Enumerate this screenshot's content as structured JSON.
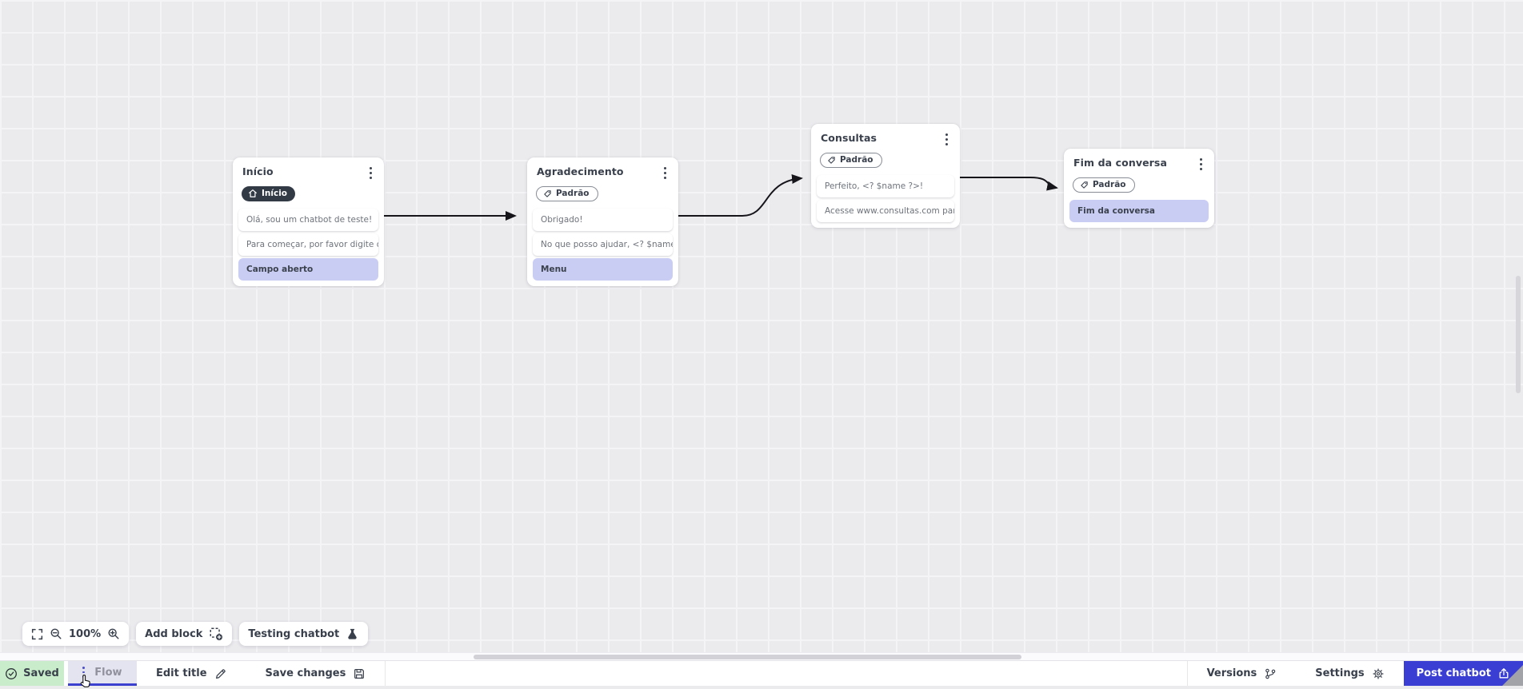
{
  "canvas": {
    "nodes": [
      {
        "title": "Início",
        "badge": "Início",
        "rows": [
          {
            "text": "Olá, sou um chatbot de teste!"
          },
          {
            "text": "Para começar, por favor digite o ..."
          },
          {
            "text": "Campo aberto"
          }
        ]
      },
      {
        "title": "Agradecimento",
        "badge": "Padrão",
        "rows": [
          {
            "text": "Obrigado!"
          },
          {
            "text": "No que posso ajudar, <? $name ..."
          },
          {
            "text": "Menu"
          }
        ]
      },
      {
        "title": "Consultas",
        "badge": "Padrão",
        "rows": [
          {
            "text": "Perfeito, <? $name ?>!"
          },
          {
            "text": "Acesse www.consultas.com par..."
          }
        ]
      },
      {
        "title": "Fim da conversa",
        "badge": "Padrão",
        "rows": [
          {
            "text": "Fim da conversa"
          }
        ]
      }
    ]
  },
  "toolbar": {
    "zoom_level": "100%",
    "add_block": "Add block",
    "testing_chatbot": "Testing chatbot"
  },
  "statusbar": {
    "saved": "Saved",
    "flow_tab": "Flow",
    "edit_title": "Edit title",
    "save_changes": "Save changes",
    "versions": "Versions",
    "settings": "Settings",
    "post_chatbot": "Post chatbot"
  },
  "colors": {
    "accent": "#3a3ed2",
    "highlight_row": "#c9cdf3",
    "saved_bg": "#c9edca",
    "badge_dark_bg": "#323a46"
  }
}
